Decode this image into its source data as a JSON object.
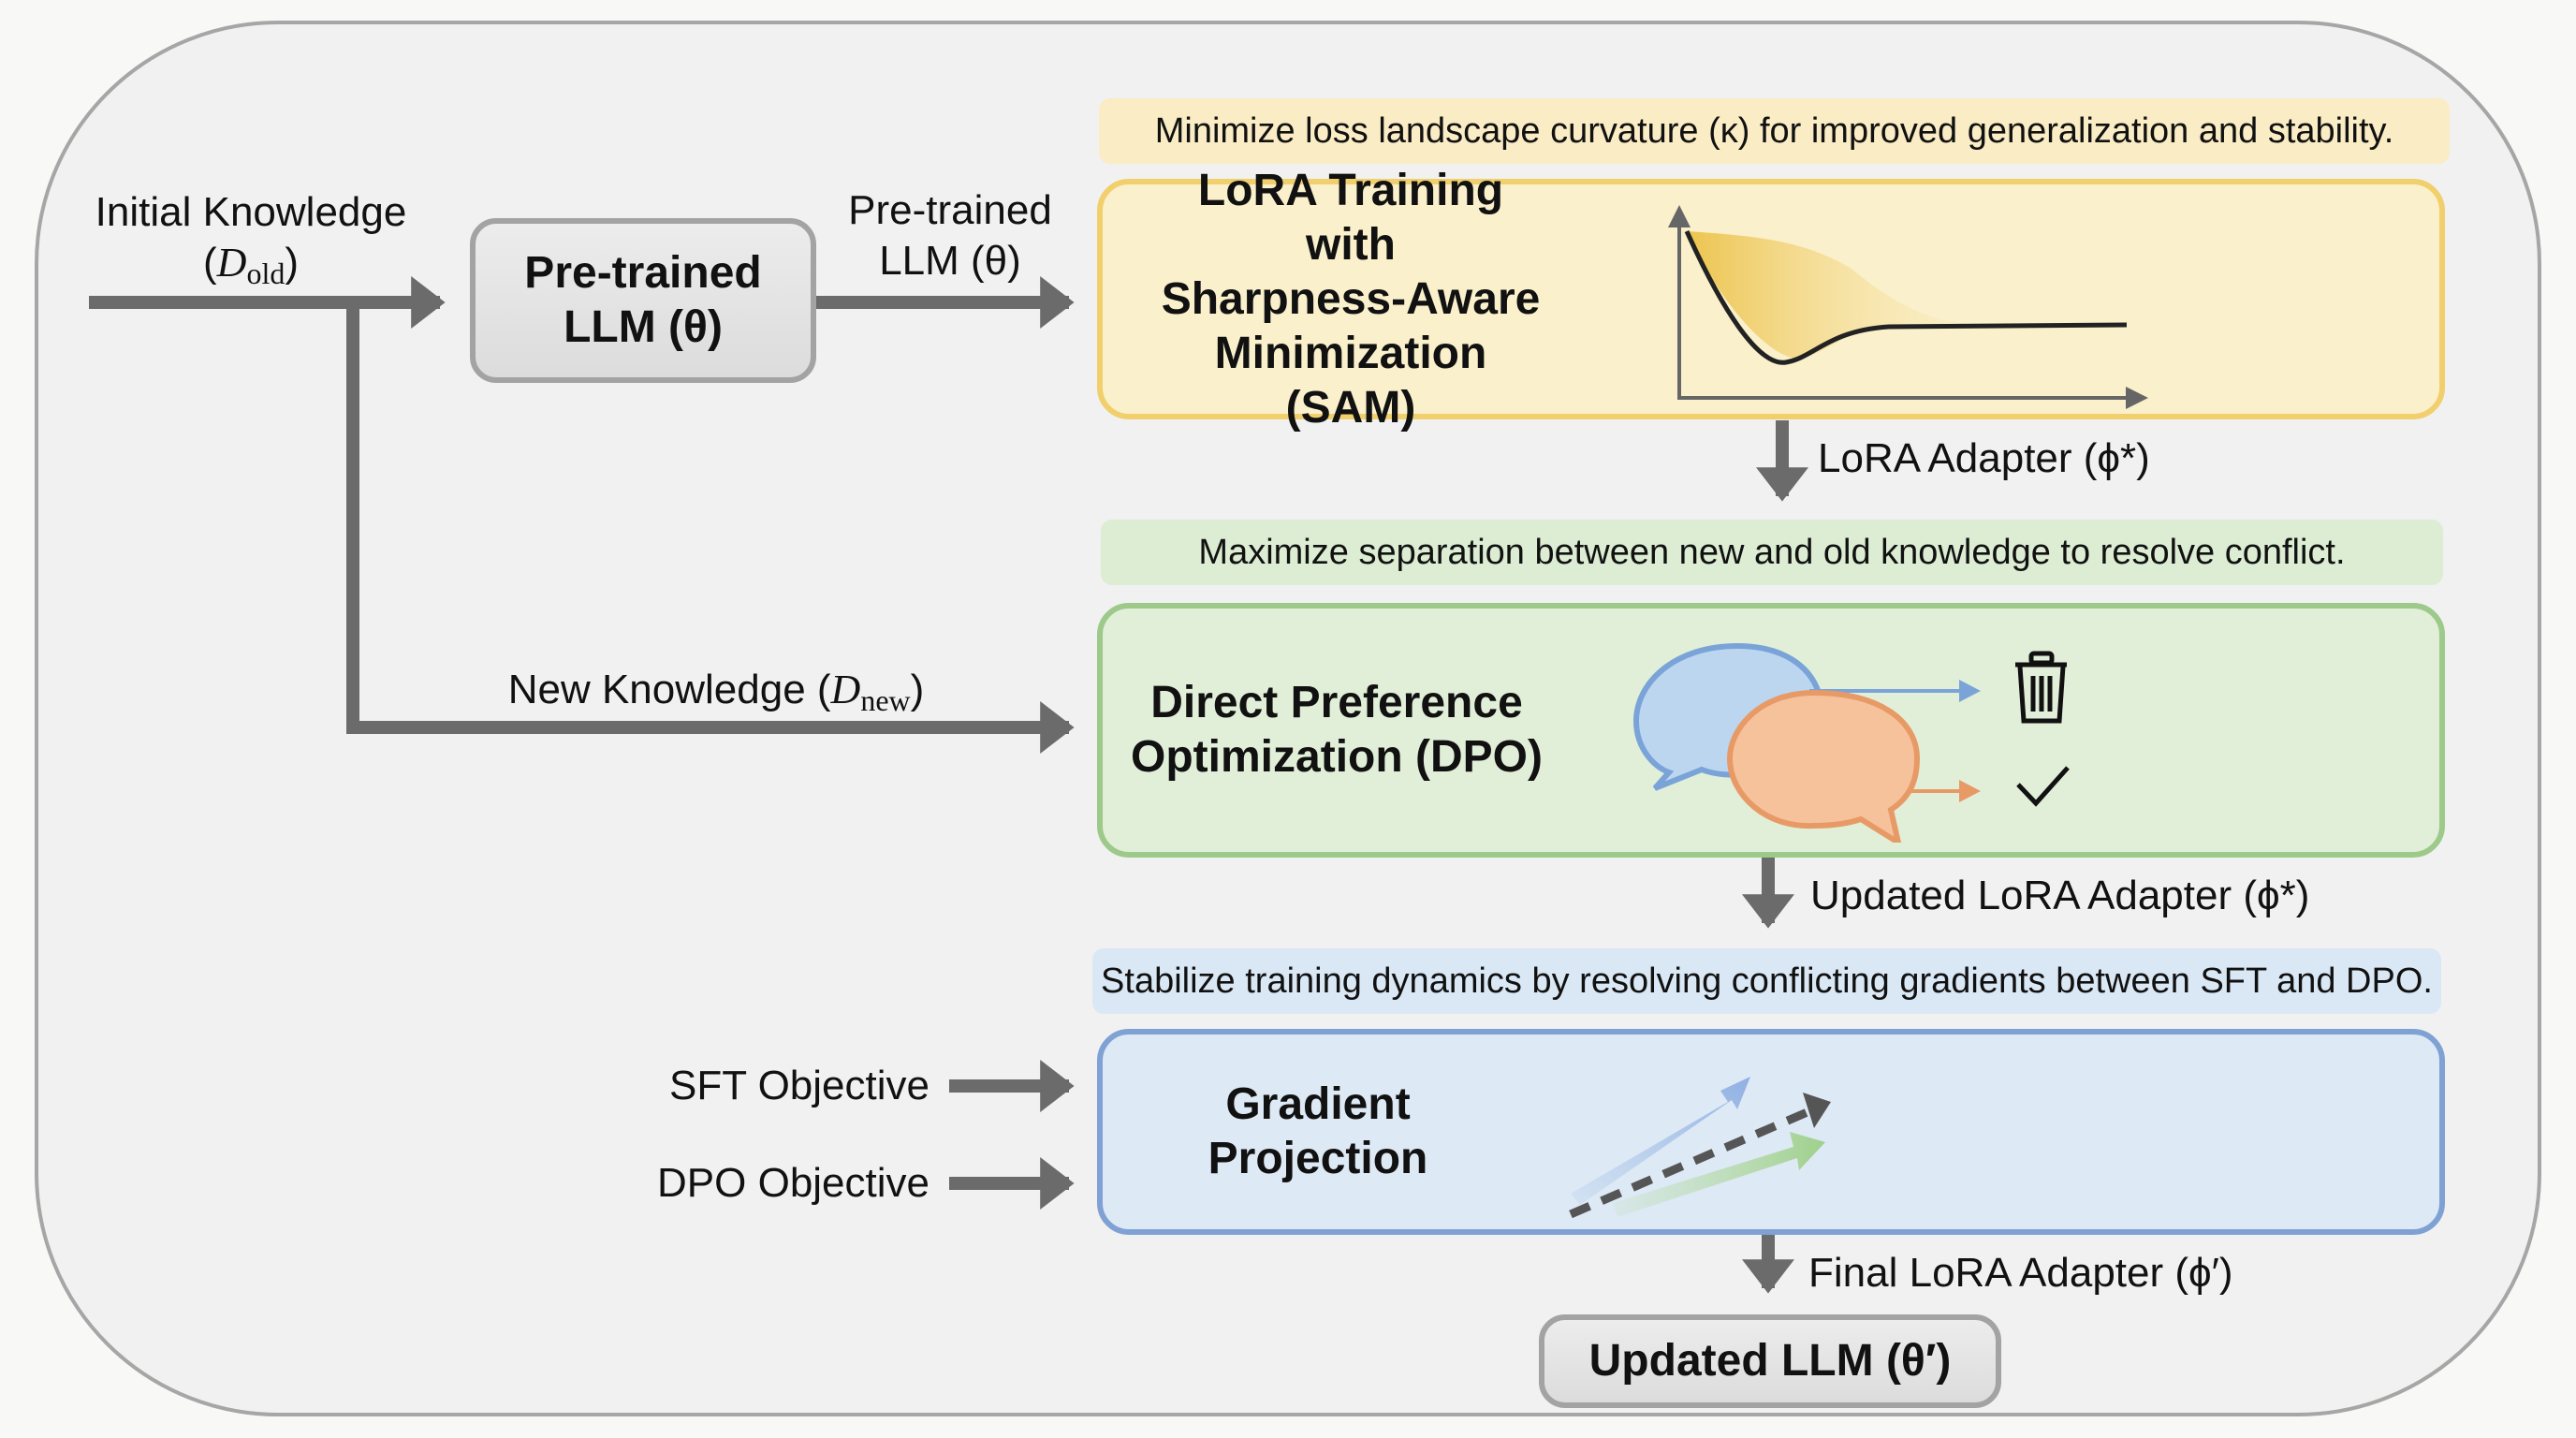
{
  "inputs": {
    "initial_knowledge": {
      "line1": "Initial Knowledge",
      "symbol": "D",
      "subscript": "old"
    },
    "new_knowledge": {
      "text": "New Knowledge",
      "symbol": "D",
      "subscript": "new"
    },
    "sft_objective": "SFT Objective",
    "dpo_objective": "DPO Objective"
  },
  "nodes": {
    "pretrained_llm": {
      "line1": "Pre-trained",
      "line2": "LLM (θ)"
    },
    "sam": {
      "banner": "Minimize loss landscape curvature (κ) for improved generalization and stability.",
      "title_lines": [
        "LoRA Training with",
        "Sharpness-Aware",
        "Minimization (SAM)"
      ],
      "icon": "loss-curve-icon"
    },
    "dpo": {
      "banner": "Maximize separation between new and old knowledge to resolve conflict.",
      "title_lines": [
        "Direct Preference",
        "Optimization (DPO)"
      ],
      "icons": [
        "speech-bubble-rejected-icon",
        "speech-bubble-preferred-icon",
        "trash-icon",
        "checkmark-icon"
      ]
    },
    "gradient_projection": {
      "banner": "Stabilize training dynamics by resolving conflicting gradients between SFT and DPO.",
      "title_lines": [
        "Gradient",
        "Projection"
      ],
      "icon": "gradient-vectors-icon"
    },
    "updated_llm": {
      "label": "Updated LLM (θ′)"
    }
  },
  "edges": {
    "pretrained_to_sam": {
      "line1": "Pre-trained",
      "line2": "LLM (θ)"
    },
    "sam_to_dpo": "LoRA Adapter (ϕ*)",
    "dpo_to_gp": "Updated LoRA Adapter (ϕ*)",
    "gp_to_final": "Final LoRA Adapter (ϕ′)"
  },
  "colors": {
    "arrow": "#6b6b6b",
    "yellow_accent": "#f1cf6c",
    "green_accent": "#9dc98a",
    "blue_accent": "#7fa1d3",
    "rejected_bubble": "#7aa3d8",
    "preferred_bubble": "#e89a66"
  }
}
